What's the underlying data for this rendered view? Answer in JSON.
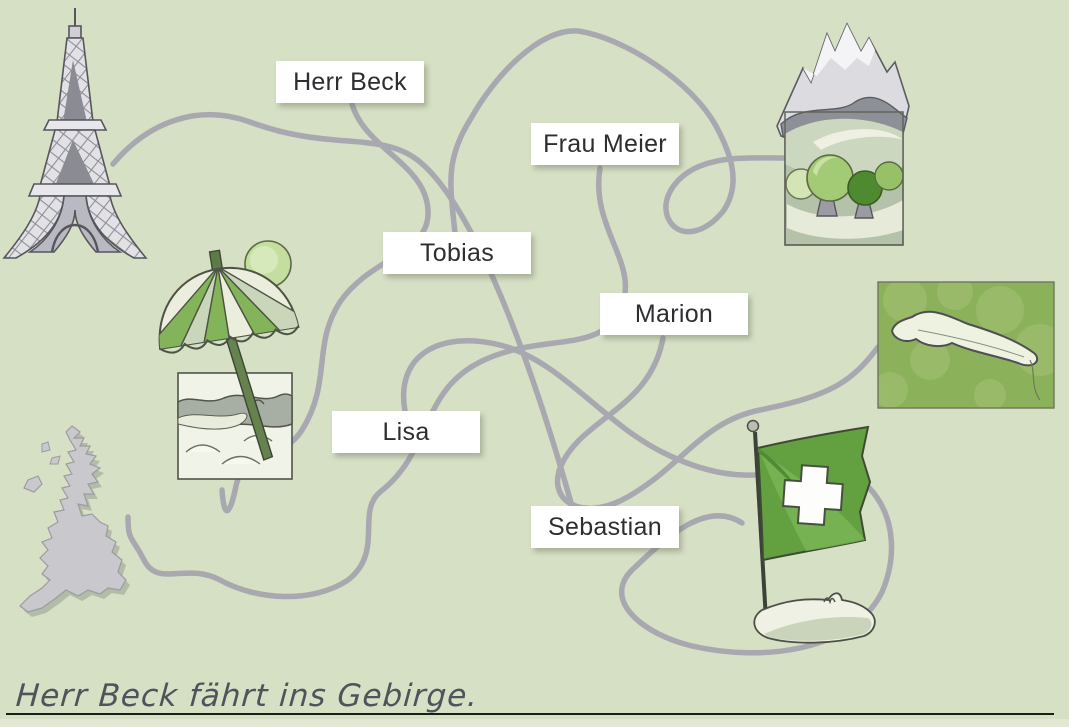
{
  "worksheet": {
    "type": "matching-maze-exercise",
    "language": "German"
  },
  "colors": {
    "page_background": "#d6e0c4",
    "connector_line": "#a8a8b0",
    "label_text": "#2e2e32",
    "flag_green": "#5a9e3c",
    "tree_dark_green": "#4e8a30",
    "answer_ink": "#4f545c"
  },
  "labels": [
    {
      "text": "Herr Beck"
    },
    {
      "text": "Frau Meier"
    },
    {
      "text": "Tobias"
    },
    {
      "text": "Marion"
    },
    {
      "text": "Lisa"
    },
    {
      "text": "Sebastian"
    }
  ],
  "destinations": [
    {
      "icon": "eiffel-tower-paris-icon"
    },
    {
      "icon": "mountains-forest-icon"
    },
    {
      "icon": "lake-constance-map-icon"
    },
    {
      "icon": "beach-parasol-icon"
    },
    {
      "icon": "great-britain-map-icon"
    },
    {
      "icon": "swiss-flag-icon"
    }
  ],
  "answer": {
    "text": "Herr Beck fährt ins Gebirge."
  }
}
